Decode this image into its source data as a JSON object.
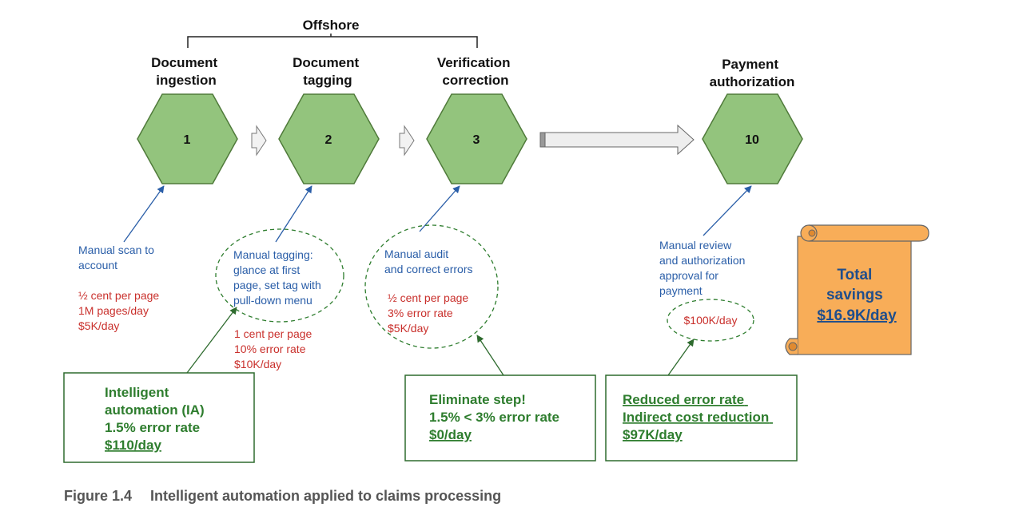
{
  "bracket_label": "Offshore",
  "steps": [
    {
      "title_lines": [
        "Document",
        "ingestion"
      ],
      "number": "1"
    },
    {
      "title_lines": [
        "Document",
        "tagging"
      ],
      "number": "2"
    },
    {
      "title_lines": [
        "Verification",
        "correction"
      ],
      "number": "3"
    },
    {
      "title_lines": [
        "Payment",
        "authorization"
      ],
      "number": "10"
    }
  ],
  "notes": {
    "step1": {
      "desc_lines": [
        "Manual scan to",
        "account"
      ],
      "cost_lines": [
        "½ cent per page",
        "1M pages/day",
        "$5K/day"
      ]
    },
    "step2": {
      "desc_lines": [
        "Manual tagging:",
        "glance at first",
        "page, set tag with",
        "pull-down menu"
      ],
      "cost_lines": [
        "1 cent per page",
        "10% error rate",
        "$10K/day"
      ]
    },
    "step3": {
      "desc_lines": [
        "Manual audit",
        "and correct errors"
      ],
      "cost_lines": [
        "½ cent per page",
        "3% error rate",
        "$5K/day"
      ]
    },
    "step10": {
      "desc_lines": [
        "Manual review",
        "and authorization",
        "approval for",
        "payment"
      ],
      "cost_lines": [
        "$100K/day"
      ]
    }
  },
  "boxes": {
    "ia": {
      "lines": [
        "Intelligent",
        "automation (IA)",
        "1.5% error rate"
      ],
      "underlined": "$110/day"
    },
    "eliminate": {
      "lines": [
        "Eliminate step!",
        "1.5% < 3% error rate"
      ],
      "underlined": "$0/day"
    },
    "reduced": {
      "underlined_lines": [
        "Reduced error rate",
        "Indirect cost reduction",
        "$97K/day"
      ]
    }
  },
  "savings": {
    "lines": [
      "Total",
      "savings"
    ],
    "underlined": "$16.9K/day"
  },
  "caption": {
    "label": "Figure 1.4",
    "text": "Intelligent automation applied to claims processing"
  },
  "colors": {
    "hex_fill": "#93c47d",
    "hex_stroke": "#4f7a3a",
    "note_blue": "#2a5ea8",
    "note_red": "#c9302c",
    "box_green": "#2e7d2e",
    "scroll_fill": "#f8ad58"
  }
}
